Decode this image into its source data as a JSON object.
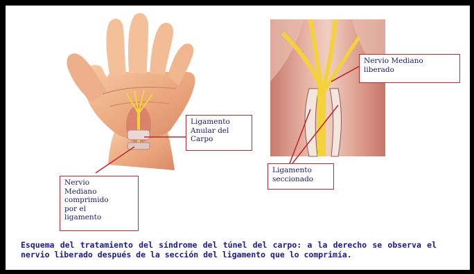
{
  "labels": {
    "ligamento_anular": [
      "Ligamento",
      "Anular del",
      "Carpo"
    ],
    "nervio_comprimido": [
      "Nervio",
      "Mediano",
      "comprimido",
      "por el",
      "ligamento"
    ],
    "nervio_liberado": [
      "Nervio Mediano",
      "liberado"
    ],
    "ligamento_seccionado": [
      "Ligamento",
      "seccionado"
    ]
  },
  "caption": "Esquema del tratamiento del síndrome del túnel del carpo: a la derecho se  observa el nervio liberado después de la sección del ligamento que lo comprimía.",
  "colors": {
    "border": "#000000",
    "label_outline": "#c0282d",
    "label_text": "#1a1a66",
    "caption_text": "#1a1a8c",
    "skin": "#f2b98f",
    "nerve": "#f4d23a"
  }
}
